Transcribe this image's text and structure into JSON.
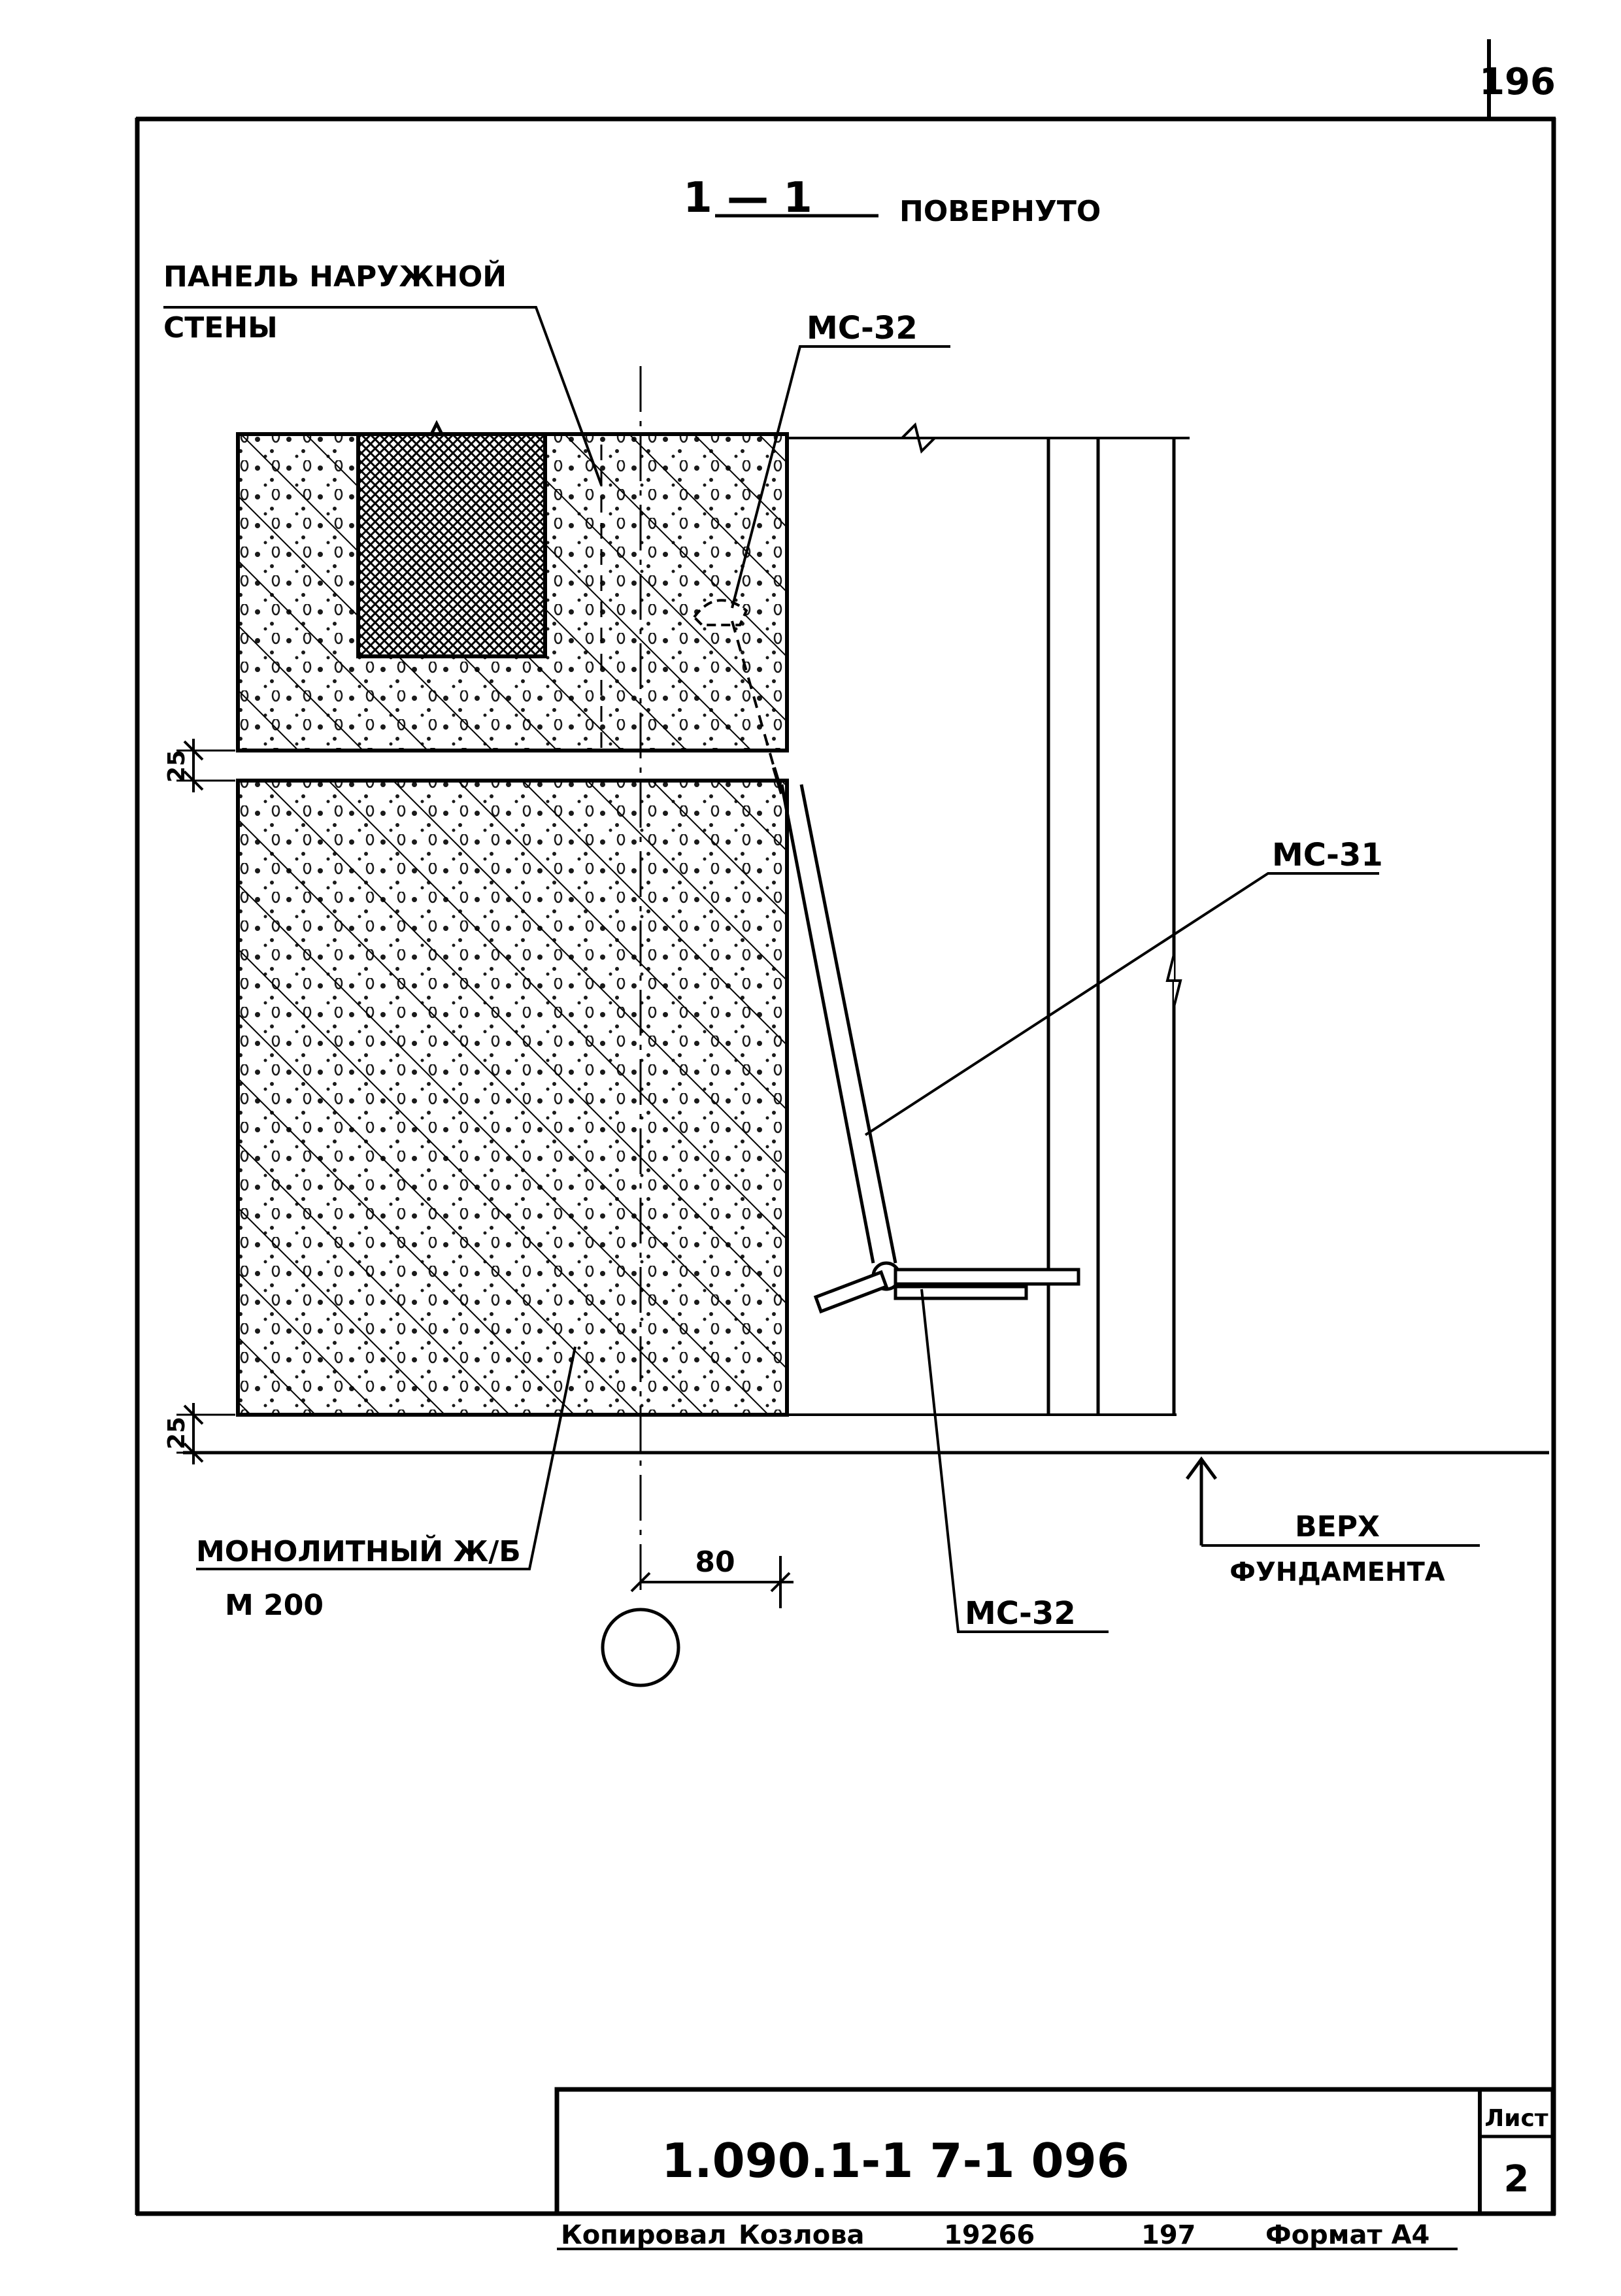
{
  "sheet_number_top": "196",
  "section_title": {
    "mark": "1 — 1",
    "note": "ПОВЕРНУТО"
  },
  "labels": {
    "panel_line1": "ПАНЕЛЬ НАРУЖНОЙ",
    "panel_line2": "СТЕНЫ",
    "mc32_top": "МС-32",
    "mc31": "МС-31",
    "mc32_bottom": "МС-32",
    "monolith_line1": "МОНОЛИТНЫЙ Ж/Б",
    "monolith_line2": "М 200",
    "foundation_line1": "ВЕРХ",
    "foundation_line2": "ФУНДАМЕНТА"
  },
  "dimensions": {
    "gap_top": "25",
    "gap_bottom": "25",
    "offset": "80"
  },
  "title_block": {
    "code": "1.090.1-1   7-1   096",
    "sheet_label": "Лист",
    "sheet_value": "2"
  },
  "footer": {
    "copied_label": "Копировал",
    "copied_name": "Козлова",
    "number": "19266",
    "year": "197",
    "format": "Формат А4"
  }
}
